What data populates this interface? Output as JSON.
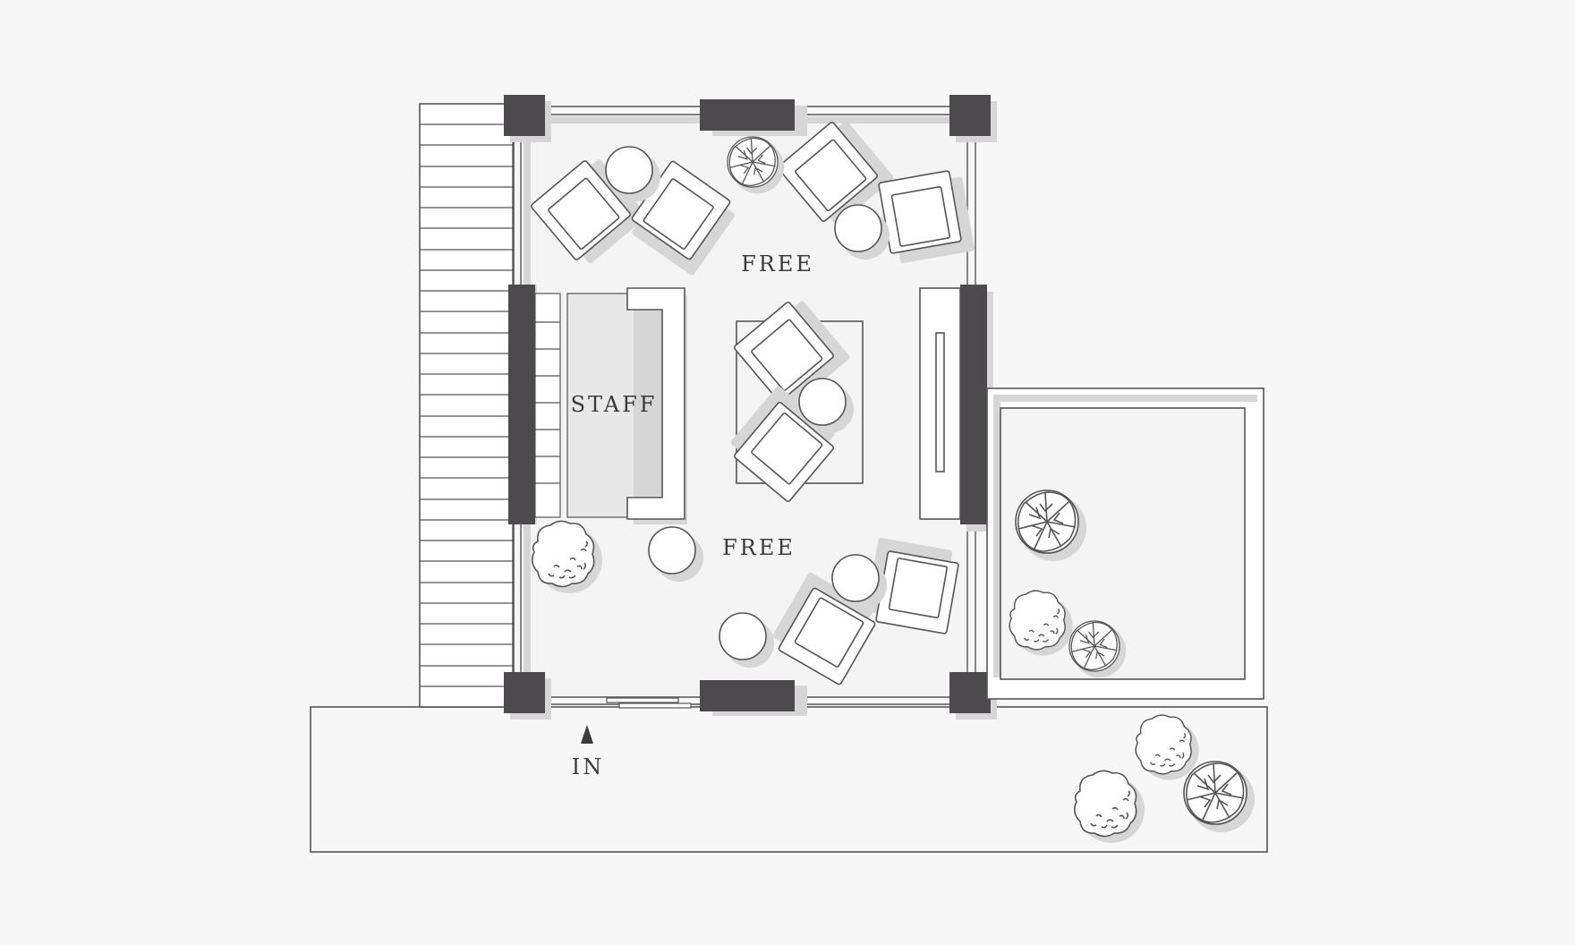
{
  "labels": {
    "free_top": "FREE",
    "staff": "STAFF",
    "free_bottom": "FREE",
    "entrance": "IN"
  },
  "colors": {
    "background": "#f7f7f7",
    "wall_dark": "#4c4a4c",
    "line": "#555555",
    "shadow": "#d6d6d6",
    "furniture": "#ffffff",
    "staff_fill": "#e8e8e8"
  },
  "icons": {
    "plant_leafy": "leafy-plant-icon",
    "plant_bush": "bush-plant-icon",
    "armchair": "armchair-icon",
    "round_table": "round-table-icon",
    "entrance_arrow": "entrance-arrow-icon"
  }
}
